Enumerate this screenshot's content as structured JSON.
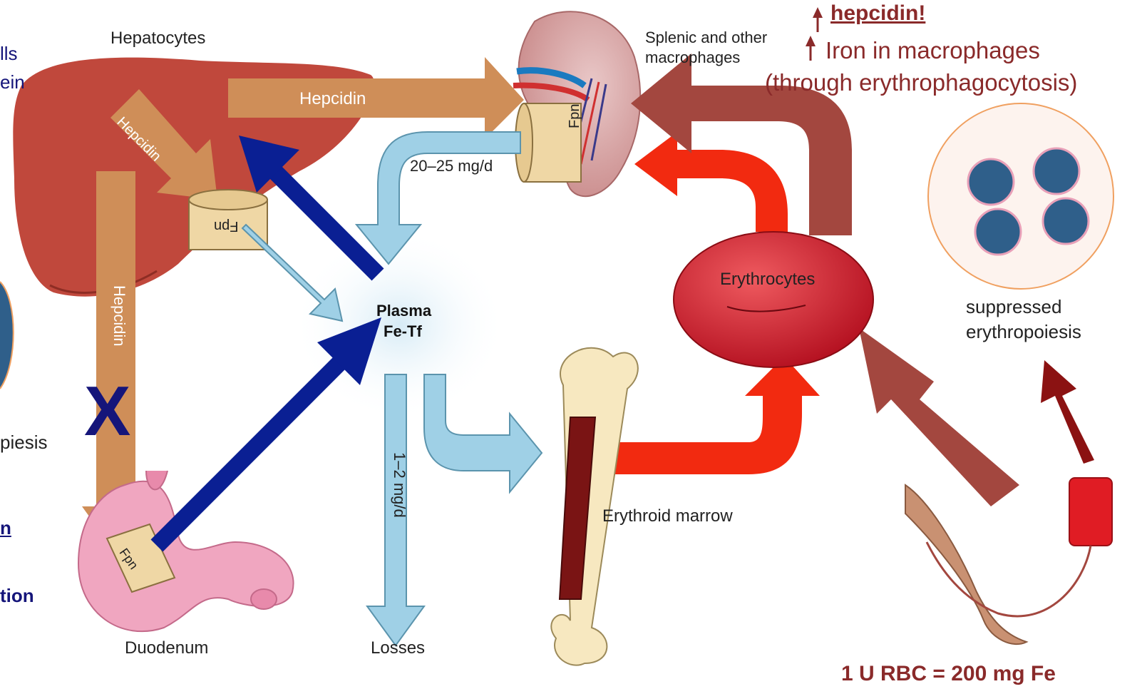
{
  "colors": {
    "liver": "#c0483c",
    "hepcidin_arrow": "#cf8e58",
    "plasma_arrow": "#9fd0e6",
    "blue_arrow": "#0a1f93",
    "red_arrow": "#f22a10",
    "maroon_arrow": "#a3473f",
    "annotation_red": "#8a2a2a",
    "annotation_blue": "#15157a",
    "rbc_fill": "#2f5f8a"
  },
  "icons": [
    "liver-icon",
    "spleen-icon",
    "duodenum-icon",
    "bone-icon",
    "erythrocyte-icon",
    "rbc-cells-icon",
    "transfusion-icon"
  ],
  "labels": {
    "hepatocytes": "Hepatocytes",
    "splenic_macrophages_1": "Splenic and other",
    "splenic_macrophages_2": "macrophages",
    "hepcidin_top": "Hepcidin",
    "hepcidin_diag": "Hepcidin",
    "hepcidin_vertical": "Hepcidin",
    "fpn_liver": "Fpn",
    "fpn_spleen": "Fpn",
    "fpn_duodenum": "Fpn",
    "flow_rate_macrophage": "20–25 mg/d",
    "flow_rate_losses": "1–2 mg/d",
    "plasma_1": "Plasma",
    "plasma_2": "Fe-Tf",
    "erythrocytes": "Erythrocytes",
    "erythroid_marrow": "Erythroid marrow",
    "duodenum": "Duodenum",
    "losses": "Losses",
    "blocked_x": "X"
  },
  "annotations": {
    "hepcidin_up": "hepcidin!",
    "iron_macrophages": "Iron in macrophages",
    "erythrophagocytosis": "(through erythrophagocytosis)",
    "suppressed_1": "suppressed",
    "suppressed_2": "erythropoiesis",
    "transfusion": "1 U RBC = 200 mg Fe",
    "up_arrow_1": "↑",
    "up_arrow_2": "↑"
  },
  "left_cropped": {
    "l1": "lls",
    "l2": "ein",
    "l3": "piesis",
    "l4": "n",
    "l5": "tion"
  }
}
